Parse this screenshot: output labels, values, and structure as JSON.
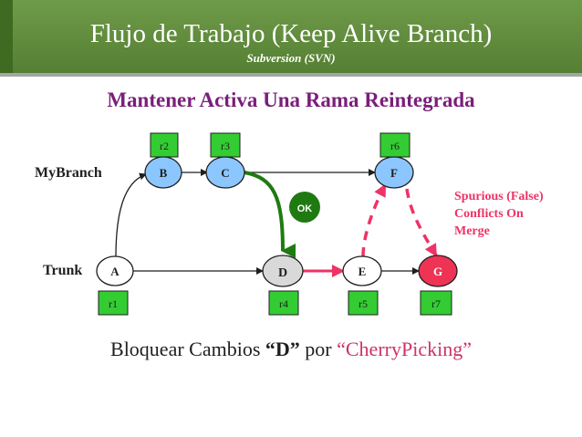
{
  "header": {
    "title": "Flujo de Trabajo (Keep Alive Branch)",
    "subtitle": "Subversion (SVN)"
  },
  "heading": "Mantener Activa Una Rama Reintegrada",
  "colors": {
    "header_green": "#5e8a3b",
    "heading_purple": "#7a1f7a",
    "node_blue": "#8cc6ff",
    "node_gray": "#d9d9d9",
    "node_red": "#ee3355",
    "revision_green": "#33cc33",
    "arrow_green": "#2a7a1a",
    "arrow_pink": "#ee3366"
  },
  "diagram": {
    "branch_label": "MyBranch",
    "trunk_label": "Trunk",
    "nodes": [
      {
        "id": "A",
        "label": "A",
        "revision": "r1",
        "row": "trunk",
        "fill": "node_plain"
      },
      {
        "id": "B",
        "label": "B",
        "revision": "r2",
        "row": "branch",
        "fill": "node_blue"
      },
      {
        "id": "C",
        "label": "C",
        "revision": "r3",
        "row": "branch",
        "fill": "node_blue"
      },
      {
        "id": "D",
        "label": "D",
        "revision": "r4",
        "row": "trunk",
        "fill": "node_gray"
      },
      {
        "id": "E",
        "label": "E",
        "revision": "r5",
        "row": "trunk",
        "fill": "node_plain"
      },
      {
        "id": "F",
        "label": "F",
        "revision": "r6",
        "row": "branch",
        "fill": "node_blue"
      },
      {
        "id": "G",
        "label": "G",
        "revision": "r7",
        "row": "trunk",
        "fill": "node_red"
      }
    ],
    "ok_badge": "OK",
    "note_lines": [
      "Spurious (False)",
      "Conflicts On",
      "Merge"
    ]
  },
  "bottom": {
    "part1": "Bloquear Cambios ",
    "part2": "“D”",
    "part3": " por ",
    "part4": "“CherryPicking”"
  }
}
